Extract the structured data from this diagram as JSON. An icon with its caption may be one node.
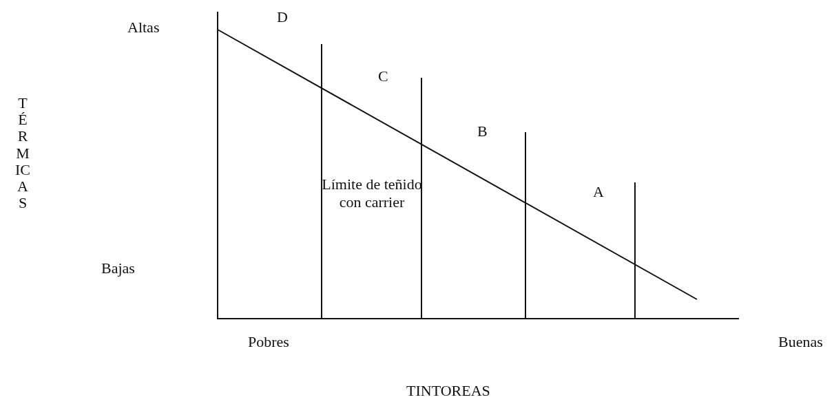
{
  "diagram": {
    "labels": [
      "Altas",
      "D",
      "TÉRMICAS",
      "C",
      "B",
      "A",
      "Límite de teñido con carrier",
      "Bajas",
      "Pobres",
      "Buenas",
      "TINTOREAS"
    ]
  }
}
